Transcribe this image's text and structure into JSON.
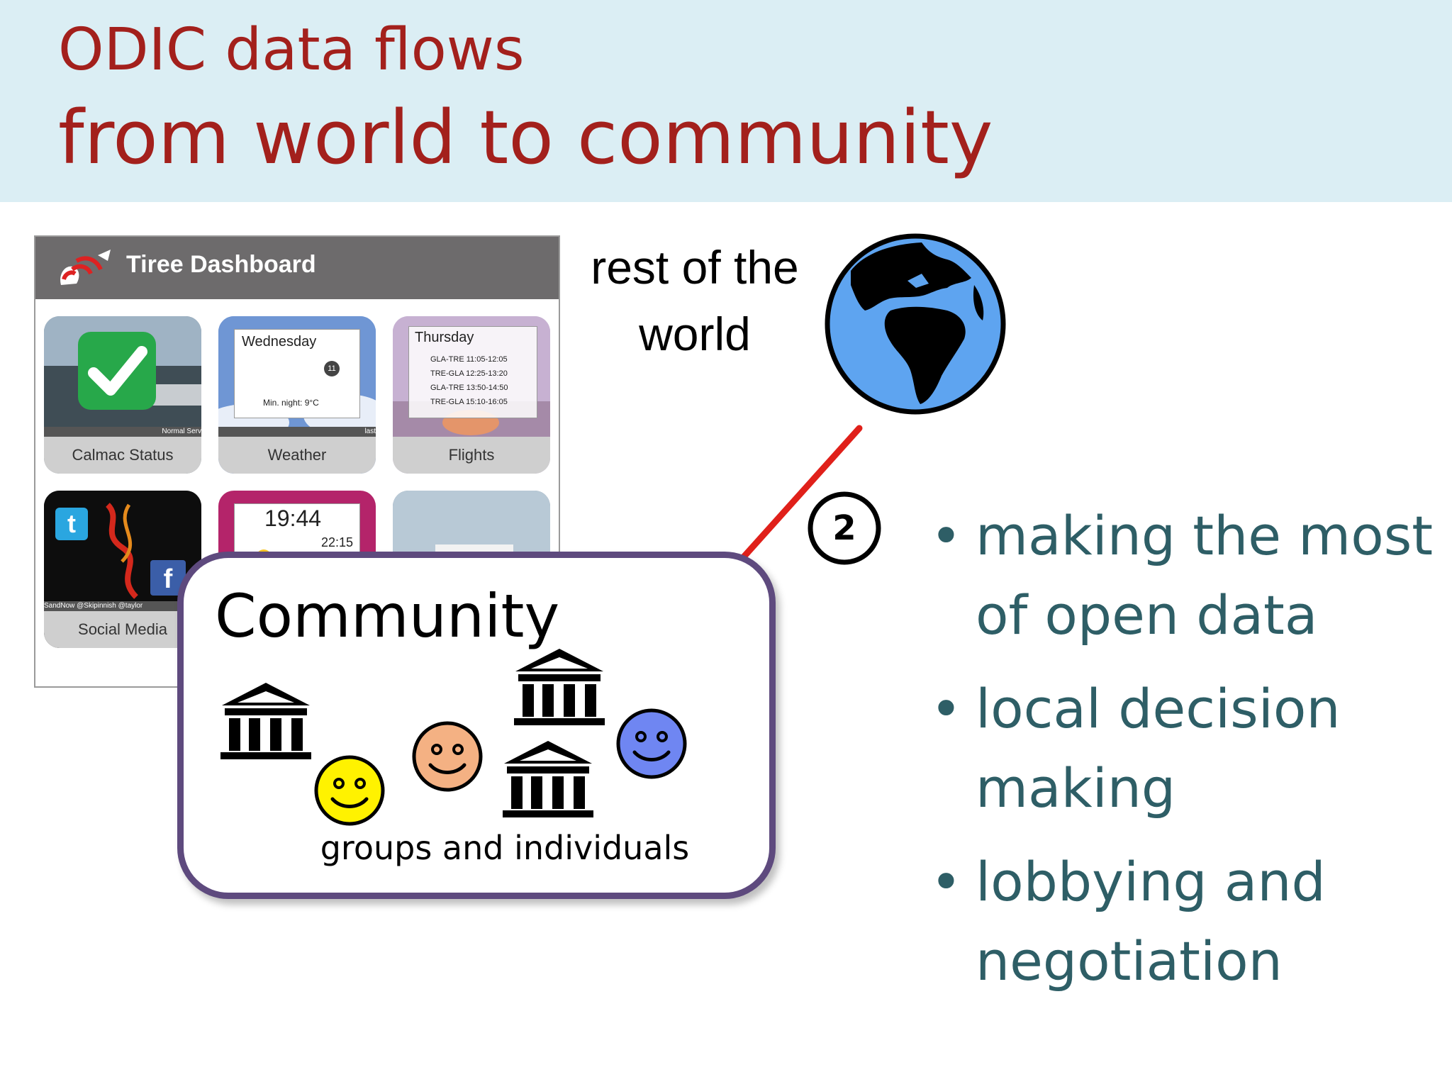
{
  "header": {
    "title_line1": "ODIC data flows",
    "title_line2": "from world to community",
    "background": "#dbeef4",
    "title_color": "#a3201c"
  },
  "dashboard": {
    "title": "Tiree Dashboard",
    "tiles": [
      {
        "caption": "Calmac Status",
        "strip": "Normal Serv"
      },
      {
        "caption": "Weather",
        "strip": "last",
        "day": "Wednesday",
        "detail": "Min. night: 9°C",
        "badge": "11"
      },
      {
        "caption": "Flights",
        "day": "Thursday",
        "flights": [
          "GLA-TRE 11:05-12:05",
          "TRE-GLA 12:25-13:20",
          "GLA-TRE 13:50-14:50",
          "TRE-GLA 15:10-16:05"
        ]
      },
      {
        "caption": "Social Media",
        "strip": "SandNow @Skipinnish @taylor"
      },
      {
        "time_big": "19:44",
        "time_small": "22:15"
      },
      {}
    ]
  },
  "world": {
    "label": "rest of the world",
    "icon": "globe-icon"
  },
  "flow": {
    "step_number": "2",
    "arrow_color": "#e0201a",
    "icon": "red-arrow"
  },
  "community": {
    "title": "Community",
    "subtitle": "groups and individuals",
    "border_color": "#5e4a7e",
    "icons": [
      "institution-icon",
      "smiley-yellow-icon",
      "smiley-orange-icon",
      "institution-icon",
      "institution-icon",
      "smiley-blue-icon"
    ]
  },
  "bullets": {
    "color": "#2e5e66",
    "items": [
      {
        "line1": "making the most",
        "line2": "of open data"
      },
      {
        "line1": "local decision",
        "line2": "making"
      },
      {
        "line1": "lobbying and",
        "line2": "negotiation"
      }
    ]
  }
}
